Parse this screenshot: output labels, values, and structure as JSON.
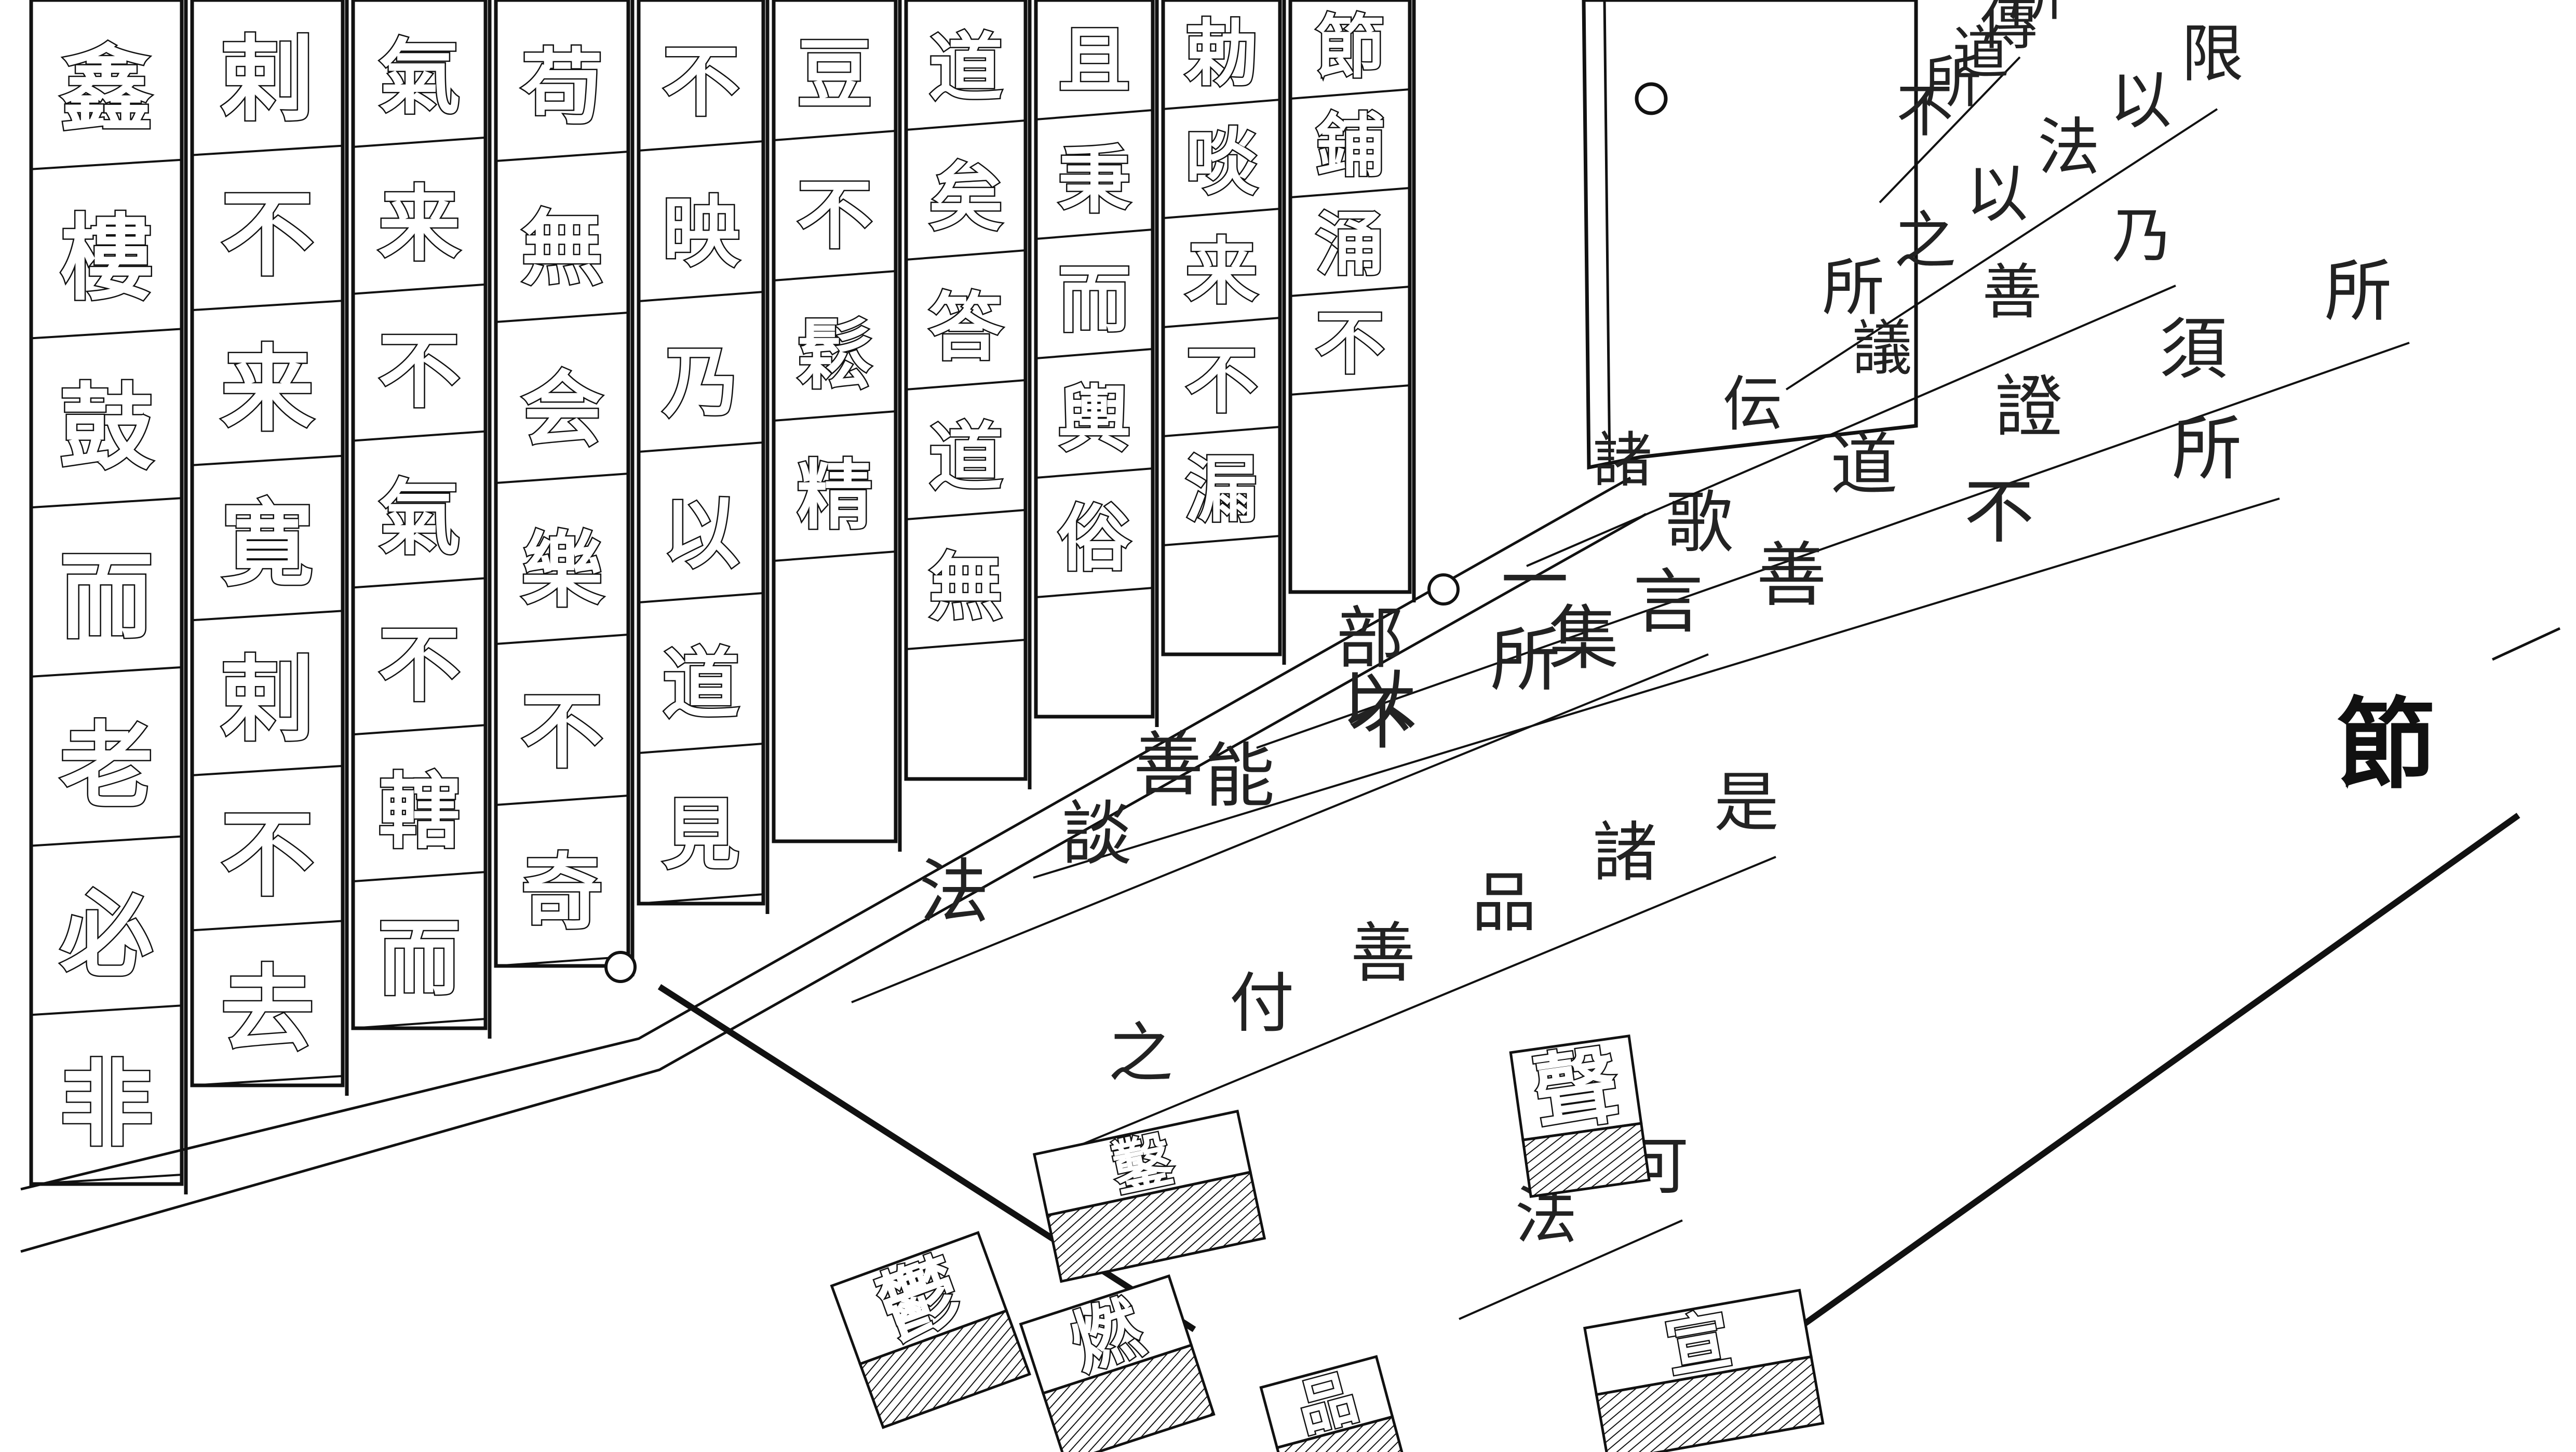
{
  "illustration": {
    "case_columns": [
      [
        "鑫",
        "樓",
        "鼓",
        "而",
        "老",
        "必",
        "非"
      ],
      [
        "剌",
        "不",
        "来",
        "寛",
        "剌",
        "不",
        "去"
      ],
      [
        "氣",
        "来",
        "不",
        "氣",
        "不",
        "轄",
        "而"
      ],
      [
        "苟",
        "無",
        "会",
        "樂",
        "不",
        "奇"
      ],
      [
        "不",
        "映",
        "乃",
        "以",
        "道",
        "見"
      ],
      [
        "豆",
        "不",
        "鬆",
        "精"
      ],
      [
        "道",
        "矣",
        "答",
        "道",
        "無"
      ],
      [
        "且",
        "秉",
        "而",
        "輿",
        "俗"
      ],
      [
        "勅",
        "啖",
        "来",
        "不",
        "漏"
      ],
      [
        "節",
        "鋪",
        "涌",
        "不"
      ]
    ],
    "text_strips": [
      "所傳道所不",
      "限以法以之所",
      "所須證道歌一部",
      "乃善議伝諸",
      "所不善集以善",
      "言所不能談法",
      "是諸品善付之",
      "可法"
    ],
    "heading_glyph": "節",
    "loose_blocks": [
      "聲",
      "鑿",
      "鬱",
      "燃",
      "宣",
      "品"
    ]
  }
}
